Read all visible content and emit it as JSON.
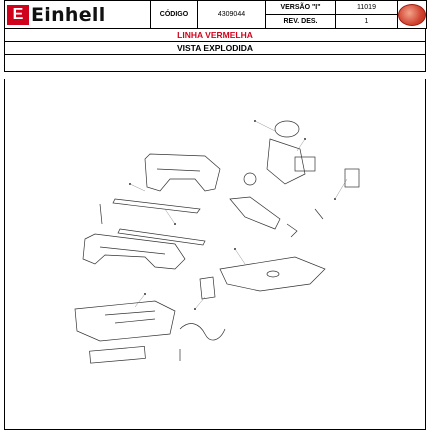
{
  "header": {
    "brand": "Einhell",
    "brand_mark": "E",
    "code_label": "CÓDIGO",
    "code_value": "4309044",
    "version_label": "VERSÃO \"I\"",
    "version_value": "11019",
    "rev_label": "REV. DES.",
    "rev_value": "1"
  },
  "band_line": "LINHA VERMELHA",
  "band_title": "VISTA EXPLODIDA",
  "colors": {
    "brand_red": "#d0021b"
  }
}
